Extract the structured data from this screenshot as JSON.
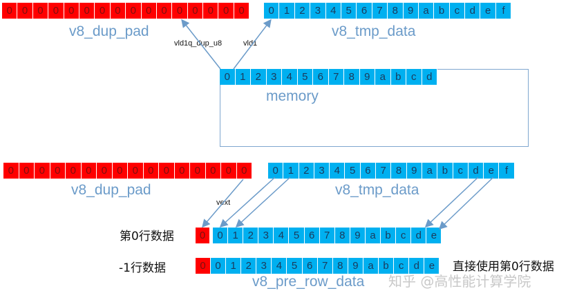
{
  "colors": {
    "pad": "#ff0000",
    "data": "#00b0f0",
    "label": "#6b9bc9",
    "arrow": "#6b9bc9"
  },
  "top": {
    "dup_pad": {
      "cells": [
        "0",
        "0",
        "0",
        "0",
        "0",
        "0",
        "0",
        "0",
        "0",
        "0",
        "0",
        "0",
        "0",
        "0",
        "0",
        "0"
      ],
      "label": "v8_dup_pad"
    },
    "tmp_data": {
      "cells": [
        "0",
        "1",
        "2",
        "3",
        "4",
        "5",
        "6",
        "7",
        "8",
        "9",
        "a",
        "b",
        "c",
        "d",
        "e",
        "f"
      ],
      "label": "v8_tmp_data"
    },
    "memory": {
      "cells": [
        "0",
        "1",
        "2",
        "3",
        "4",
        "5",
        "6",
        "7",
        "8",
        "9",
        "a",
        "b",
        "c",
        "d"
      ],
      "label": "memory"
    },
    "arrow_dup_label": "vld1q_dup_u8",
    "arrow_vld1_label": "vld1"
  },
  "bottom": {
    "dup_pad": {
      "cells": [
        "0",
        "0",
        "0",
        "0",
        "0",
        "0",
        "0",
        "0",
        "0",
        "0",
        "0",
        "0",
        "0",
        "0",
        "0",
        "0"
      ],
      "label": "v8_dup_pad"
    },
    "tmp_data": {
      "cells": [
        "0",
        "1",
        "2",
        "3",
        "4",
        "5",
        "6",
        "7",
        "8",
        "9",
        "a",
        "b",
        "c",
        "d",
        "e",
        "f"
      ],
      "label": "v8_tmp_data"
    },
    "vext_label": "vext",
    "row0": {
      "label": "第0行数据",
      "pad": "0",
      "cells": [
        "0",
        "1",
        "2",
        "3",
        "4",
        "5",
        "6",
        "7",
        "8",
        "9",
        "a",
        "b",
        "c",
        "d",
        "e"
      ]
    },
    "row_minus1": {
      "label": "-1行数据",
      "pad": "0",
      "cells": [
        "0",
        "1",
        "2",
        "3",
        "4",
        "5",
        "6",
        "7",
        "8",
        "9",
        "a",
        "b",
        "c",
        "d",
        "e"
      ],
      "note": "直接使用第0行数据",
      "name": "v8_pre_row_data"
    }
  },
  "watermark": "知乎 @高性能计算学院"
}
